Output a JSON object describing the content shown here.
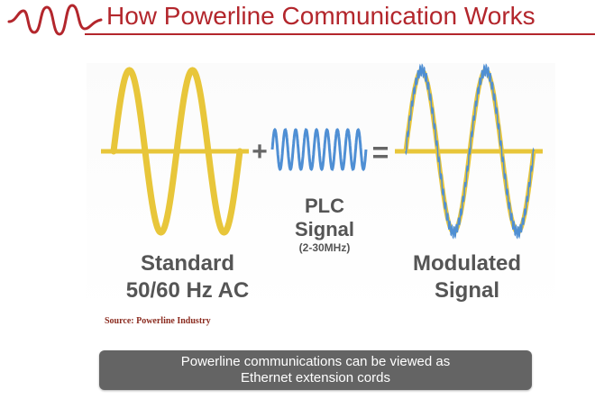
{
  "header": {
    "title": "How Powerline Communication Works"
  },
  "diagram": {
    "standard": {
      "line1": "Standard",
      "line2": "50/60 Hz AC"
    },
    "plc": {
      "line1": "PLC",
      "line2": "Signal",
      "frequency": "(2-30MHz)"
    },
    "modulated": {
      "line1": "Modulated",
      "line2": "Signal"
    },
    "plus_symbol": "+",
    "equals_symbol": "=",
    "colors": {
      "ac_wave": "#e8c63a",
      "plc_wave": "#4f8fd4",
      "title": "#b3262c",
      "label": "#555555"
    }
  },
  "source": "Source: Powerline Industry",
  "caption": {
    "line1": "Powerline communications can be viewed as",
    "line2": "Ethernet extension cords"
  }
}
